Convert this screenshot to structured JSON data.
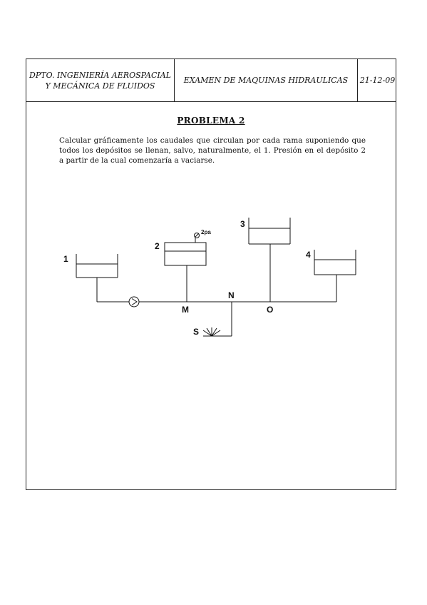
{
  "header": {
    "department_line1": "DPTO. INGENIERÍA AEROSPACIAL",
    "department_line2": "Y MECÁNICA DE FLUIDOS",
    "exam": "EXAMEN DE MAQUINAS HIDRAULICAS",
    "date": "21-12-09"
  },
  "problem": {
    "title": "PROBLEMA 2",
    "statement": "Calcular gráficamente los caudales que circulan por cada rama suponiendo que todos los depósitos se llenan, salvo, naturalmente, el 1. Presión en el depósito 2 a partir de la cual comenzaría a vaciarse."
  },
  "diagram": {
    "tank_1": "1",
    "tank_2": "2",
    "tank_3": "3",
    "tank_4": "4",
    "pressure_label": "2pa",
    "node_m": "M",
    "node_n": "N",
    "node_o": "O",
    "node_s": "S"
  }
}
